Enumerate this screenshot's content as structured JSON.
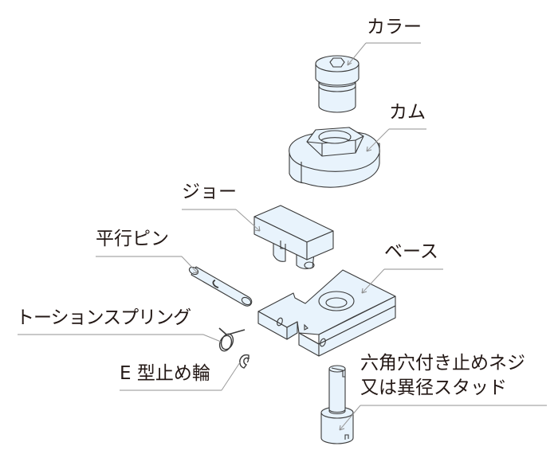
{
  "diagram": {
    "title": "",
    "parts": [
      {
        "id": "collar",
        "label": "カラー"
      },
      {
        "id": "cam",
        "label": "カム"
      },
      {
        "id": "jaw",
        "label": "ジョー"
      },
      {
        "id": "parallel-pin",
        "label": "平行ピン"
      },
      {
        "id": "base",
        "label": "ベース"
      },
      {
        "id": "torsion-spring",
        "label": "トーションスプリング"
      },
      {
        "id": "e-ring",
        "label": "E 型止め輪"
      },
      {
        "id": "set-screw",
        "label_line1": "六角穴付き止めネジ",
        "label_line2": "又は異径スタッド"
      }
    ],
    "colors": {
      "part_fill": "#e8f3fc",
      "outline": "#3a3a3a",
      "leader": "#9a9a9a",
      "text": "#231815"
    }
  }
}
